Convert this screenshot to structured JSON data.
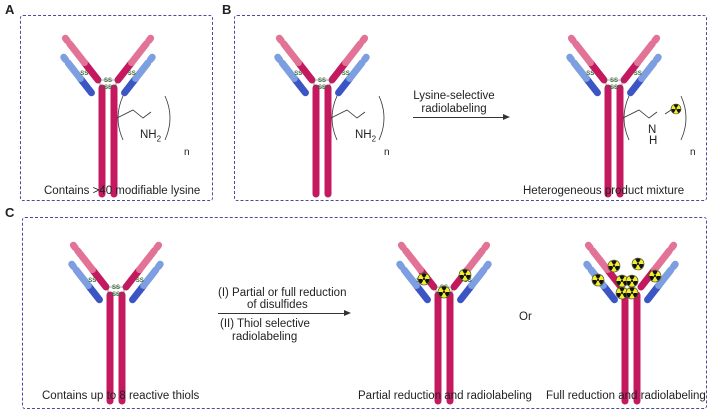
{
  "colors": {
    "heavy_chain": "#c4195f",
    "heavy_chain_light": "#e27396",
    "light_chain_dark": "#3b55c4",
    "light_chain_light": "#7d9ee0",
    "radiolabel_fill": "#f2ee2a",
    "radiolabel_symbol": "#111111",
    "disulfide": "#3b6b3b",
    "panel_border": "#4a4aa0"
  },
  "panels": {
    "A": {
      "letter": "A",
      "caption": "Contains >40 modifiable lysine",
      "group_label": "NH",
      "group_subscript": "2",
      "repeat_subscript": "n"
    },
    "B": {
      "letter": "B",
      "arrow_label_line1": "Lysine-selective",
      "arrow_label_line2": "radiolabeling",
      "start_group_label": "NH",
      "start_group_subscript": "2",
      "start_repeat_subscript": "n",
      "product_n_label": "N",
      "product_h_label": "H",
      "product_repeat_subscript": "n",
      "caption": "Heterogeneous product mixture"
    },
    "C": {
      "letter": "C",
      "caption_start": "Contains up to 8 reactive thiols",
      "step1_line1": "(I) Partial or full reduction",
      "step1_line2": "of disulfides",
      "step2_line1": "(II) Thiol selective",
      "step2_line2": "radiolabeling",
      "or_label": "Or",
      "caption_partial": "Partial reduction and radiolabeling",
      "caption_full": "Full reduction and radiolabeling"
    }
  },
  "disulfide_label": "SS"
}
